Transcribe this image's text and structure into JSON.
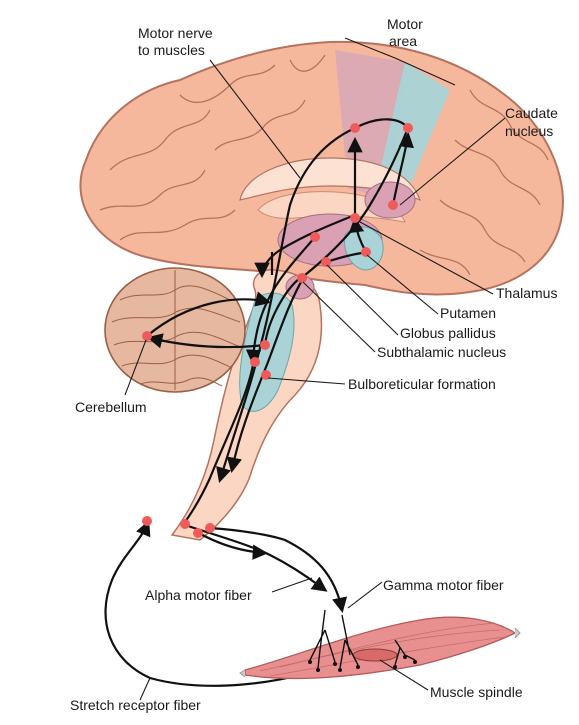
{
  "labels": {
    "motor_nerve": [
      "Motor nerve",
      "to muscles"
    ],
    "motor_area": [
      "Motor",
      "area"
    ],
    "caudate": [
      "Caudate",
      "nucleus"
    ],
    "thalamus": "Thalamus",
    "putamen": "Putamen",
    "globus_pallidus": "Globus pallidus",
    "subthalamic": "Subthalamic nucleus",
    "bulboreticular": "Bulboreticular formation",
    "cerebellum": "Cerebellum",
    "alpha": "Alpha motor fiber",
    "gamma": "Gamma motor fiber",
    "spindle": "Muscle spindle",
    "stretch": "Stretch receptor fiber"
  },
  "colors": {
    "cortex": "#f6b89c",
    "cortex_outline": "#b5735f",
    "motor_area_pink": "#d9a9b5",
    "motor_area_teal": "#a9d3d6",
    "basal_ganglia": "#d9a1b3",
    "brainstem": "#fbd6c3",
    "cerebellum": "#e7b8a0",
    "muscle": "#e88f8f",
    "node": "#ef5b5b",
    "pathway": "#111111"
  }
}
